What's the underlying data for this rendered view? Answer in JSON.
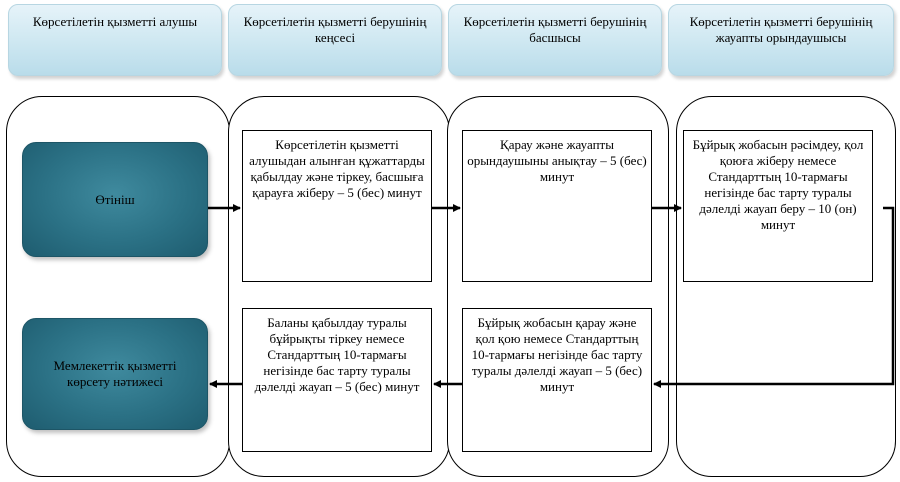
{
  "headers": [
    "Көрсетілетін қызметті алушы",
    "Көрсетілетін қызметті берушінің кеңсесі",
    "Көрсетілетін қызметті берушінің басшысы",
    "Көрсетілетін қызметті берушінің жауапты орындаушысы"
  ],
  "start_label": "Өтініш",
  "result_label": "Мемлекеттік қызметті көрсету нәтижесі",
  "steps": {
    "office_register": "Көрсетілетін қызметті алушыдан алынған құжаттарды қабылдау және тіркеу, басшыға қарауға жіберу – 5 (бес) минут",
    "head_review": "Қарау және жауапты орындаушыны анықтау – 5 (бес) минут",
    "executor_draft": "Бұйрық жобасын рәсімдеу, қол қоюға жіберу немесе Стандарттың 10-тармағы негізінде бас тарту туралы дәлелді жауап беру – 10 (он) минут",
    "head_sign": "Бұйрық жобасын қарау және қол қою немесе Стандарттың 10-тармағы негізінде бас тарту туралы дәлелді жауап – 5 (бес) минут",
    "office_result": "Баланы қабылдау туралы бұйрықты тіркеу немесе Стандарттың 10-тармағы негізінде бас тарту туралы дәлелді жауап – 5 (бес) минут"
  },
  "colors": {
    "header_fill": "#cde7f1",
    "terminal_fill": "#2b7185",
    "arrow": "#000000"
  }
}
